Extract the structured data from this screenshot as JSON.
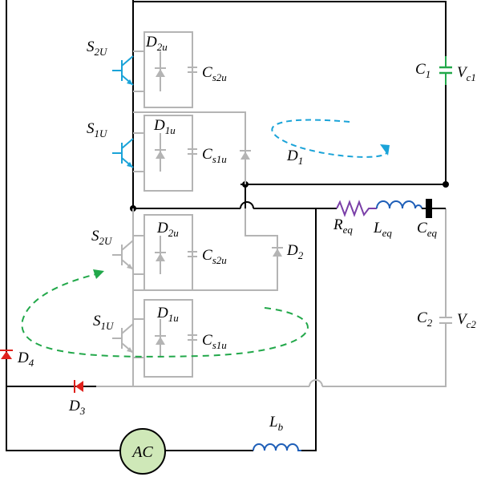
{
  "labels": {
    "s2u_top": {
      "main": "S",
      "sub": "2U"
    },
    "d2u_top": {
      "main": "D",
      "sub": "2u"
    },
    "cs2u_top": {
      "main": "C",
      "sub": "s2u"
    },
    "s1u_top": {
      "main": "S",
      "sub": "1U"
    },
    "d1u_top": {
      "main": "D",
      "sub": "1u"
    },
    "cs1u_top": {
      "main": "C",
      "sub": "s1u"
    },
    "d1": {
      "main": "D",
      "sub": "1"
    },
    "s2u_bot": {
      "main": "S",
      "sub": "2U"
    },
    "d2u_bot": {
      "main": "D",
      "sub": "2u"
    },
    "cs2u_bot": {
      "main": "C",
      "sub": "s2u"
    },
    "d2": {
      "main": "D",
      "sub": "2"
    },
    "s1u_bot": {
      "main": "S",
      "sub": "1U"
    },
    "d1u_bot": {
      "main": "D",
      "sub": "1u"
    },
    "cs1u_bot": {
      "main": "C",
      "sub": "s1u"
    },
    "d4": {
      "main": "D",
      "sub": "4"
    },
    "d3": {
      "main": "D",
      "sub": "3"
    },
    "c1": {
      "main": "C",
      "sub": "1"
    },
    "vc1": {
      "main": "V",
      "sub": "c1"
    },
    "c2": {
      "main": "C",
      "sub": "2"
    },
    "vc2": {
      "main": "V",
      "sub": "c2"
    },
    "req": {
      "main": "R",
      "sub": "eq"
    },
    "leq": {
      "main": "L",
      "sub": "eq"
    },
    "ceq": {
      "main": "C",
      "sub": "eq"
    },
    "lb": {
      "main": "L",
      "sub": "b"
    },
    "ac": "AC"
  },
  "colors": {
    "wire_active": "#000000",
    "wire_inactive": "#b4b4b4",
    "switch_active": "#1aa3d8",
    "current_loop_upper": "#1aa3d8",
    "current_loop_lower": "#22a84a",
    "capacitor_c1": "#22a84a",
    "resistor": "#7a3fa8",
    "inductor": "#1f5fb8",
    "diode_conducting": "#e0201b",
    "ac_source_fill": "#cfe8b8"
  }
}
